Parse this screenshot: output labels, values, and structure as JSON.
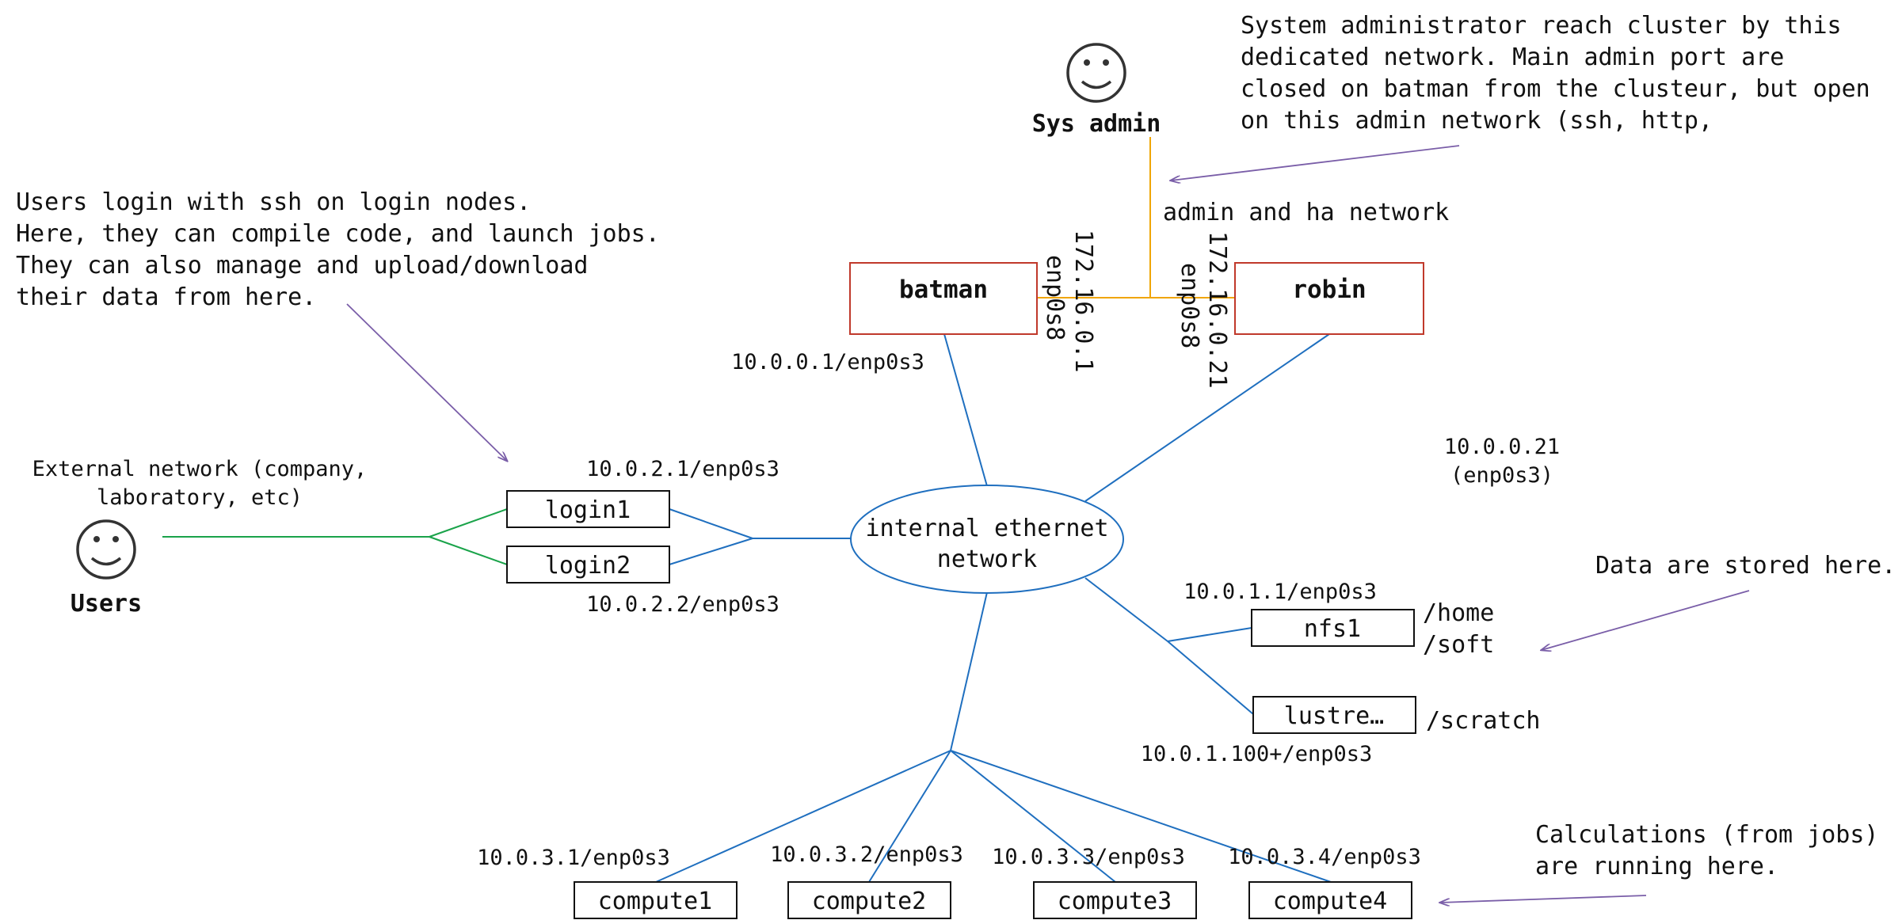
{
  "colors": {
    "internal_network": "#1f6fbf",
    "external_network": "#1aa34a",
    "admin_network": "#f0a500",
    "annotation_arrow": "#7a5ea8",
    "server_border": "#c0392b",
    "box_border": "#111111"
  },
  "actors": {
    "sys_admin": {
      "label": "Sys admin",
      "icon": "smiley-face-icon"
    },
    "users": {
      "label": "Users",
      "icon": "smiley-face-icon"
    }
  },
  "servers": {
    "batman": "batman",
    "robin": "robin"
  },
  "nodes": {
    "login1": "login1",
    "login2": "login2",
    "nfs1": "nfs1",
    "lustre": "lustre…",
    "compute1": "compute1",
    "compute2": "compute2",
    "compute3": "compute3",
    "compute4": "compute4"
  },
  "network": {
    "internal_line1": "internal ethernet",
    "internal_line2": "network",
    "admin_label": "admin and ha network",
    "external_line1": "External network (company,",
    "external_line2": "laboratory, etc)"
  },
  "addresses": {
    "batman_internal": "10.0.0.1/enp0s3",
    "batman_admin_ip": "172.16.0.1",
    "batman_admin_if": "enp0s8",
    "robin_admin_ip": "172.16.0.21",
    "robin_admin_if": "enp0s8",
    "robin_internal_line1": "10.0.0.21",
    "robin_internal_line2": "(enp0s3)",
    "login1": "10.0.2.1/enp0s3",
    "login2": "10.0.2.2/enp0s3",
    "nfs1": "10.0.1.1/enp0s3",
    "lustre": "10.0.1.100+/enp0s3",
    "compute1": "10.0.3.1/enp0s3",
    "compute2": "10.0.3.2/enp0s3",
    "compute3": "10.0.3.3/enp0s3",
    "compute4": "10.0.3.4/enp0s3"
  },
  "mounts": {
    "home": "/home",
    "soft": "/soft",
    "scratch": "/scratch"
  },
  "notes": {
    "sysadmin": [
      "System administrator reach cluster by this",
      "dedicated network. Main admin port are",
      "closed on batman from the clusteur, but open",
      "on this admin network (ssh, http,"
    ],
    "users": [
      "Users login with ssh on login nodes.",
      "Here, they can compile code, and launch jobs.",
      "They can also manage and upload/download",
      "their data from here."
    ],
    "data": "Data are stored here.",
    "compute": [
      "Calculations (from jobs)",
      "are running here."
    ]
  }
}
